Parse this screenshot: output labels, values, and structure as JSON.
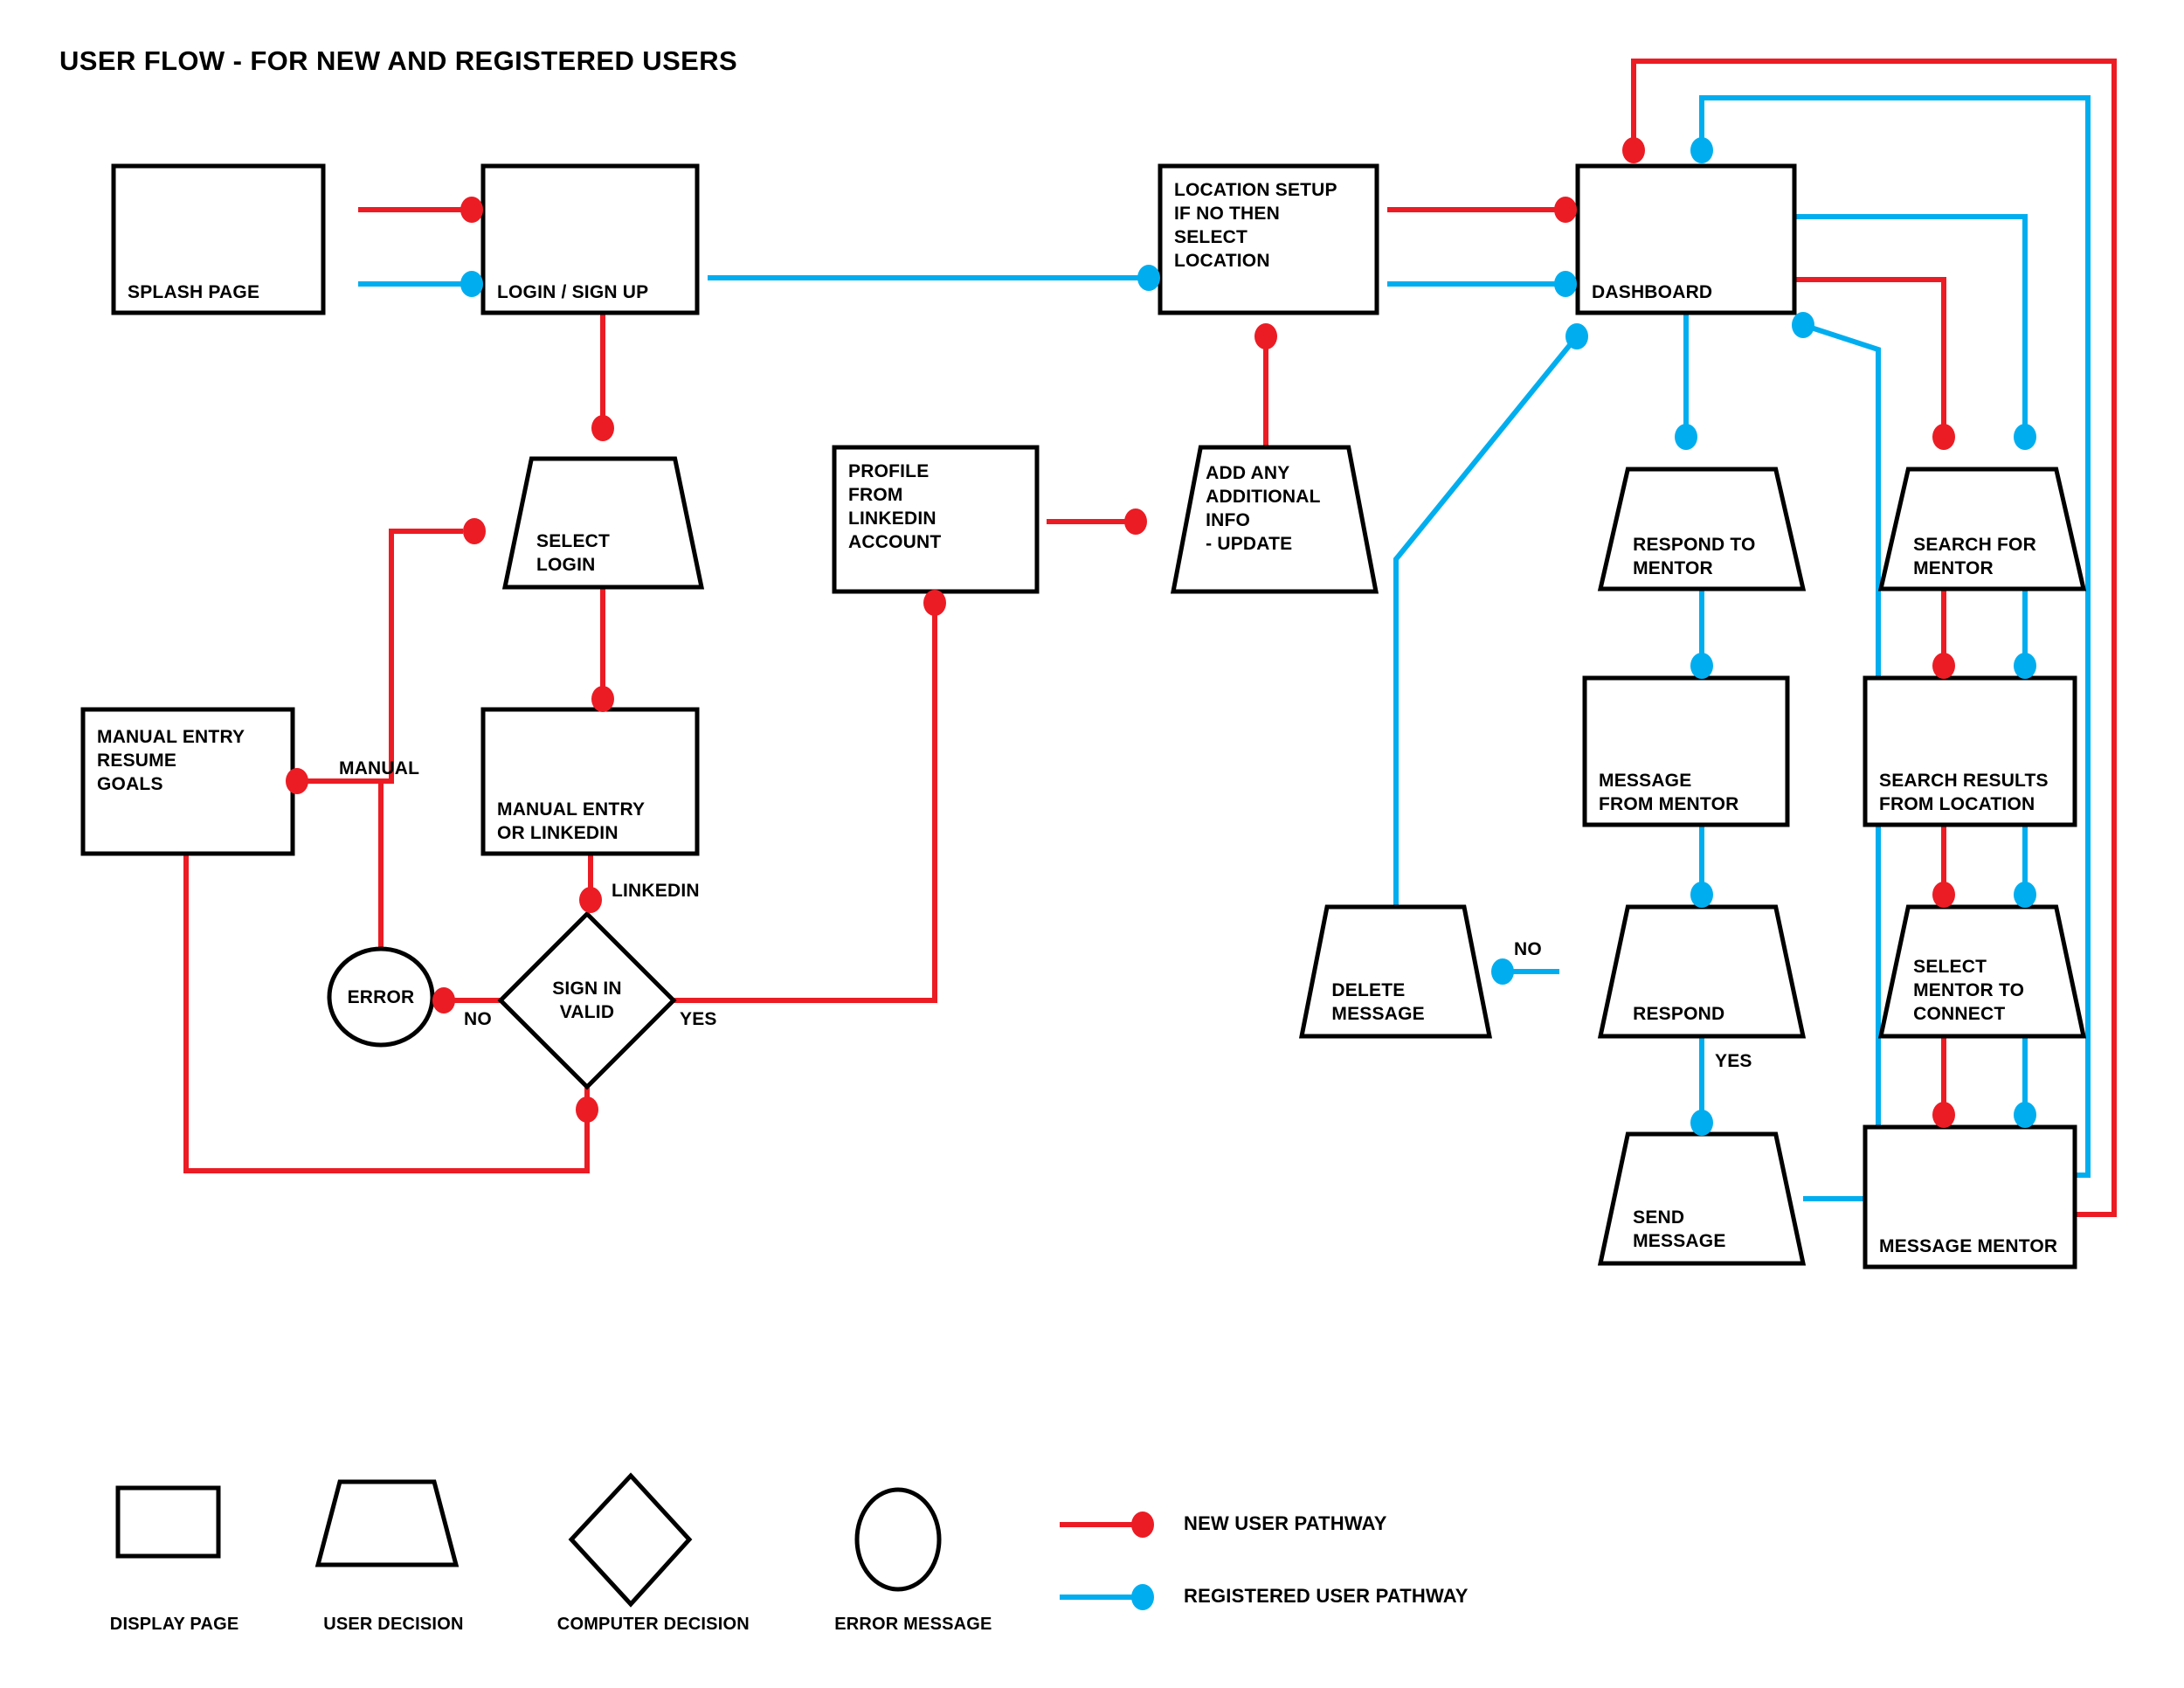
{
  "title": "USER FLOW - FOR NEW AND REGISTERED USERS",
  "colors": {
    "new_user_pathway": "#EC1C24",
    "registered_user_pathway": "#00AEEF",
    "shape_stroke": "#000000",
    "background": "#FFFFFF"
  },
  "nodes": {
    "splash_page": {
      "label": "SPLASH PAGE",
      "shape": "display-page"
    },
    "login_sign_up": {
      "label": "LOGIN / SIGN UP",
      "shape": "display-page"
    },
    "location_setup": {
      "label": "LOCATION SETUP\nIF NO THEN\nSELECT\nLOCATION",
      "shape": "display-page"
    },
    "dashboard": {
      "label": "DASHBOARD",
      "shape": "display-page"
    },
    "select_login": {
      "label": "SELECT\nLOGIN",
      "shape": "user-decision"
    },
    "profile_linkedin": {
      "label": "PROFILE\nFROM\nLINKEDIN\nACCOUNT",
      "shape": "display-page"
    },
    "add_additional_info": {
      "label": "ADD ANY\nADDITIONAL\nINFO\n- UPDATE",
      "shape": "user-decision"
    },
    "respond_to_mentor": {
      "label": "RESPOND TO\nMENTOR",
      "shape": "user-decision"
    },
    "search_for_mentor": {
      "label": "SEARCH FOR\nMENTOR",
      "shape": "user-decision"
    },
    "manual_entry_resume": {
      "label": "MANUAL ENTRY\nRESUME\nGOALS",
      "shape": "display-page"
    },
    "manual_or_linkedin": {
      "label": "MANUAL ENTRY\nOR LINKEDIN",
      "shape": "display-page"
    },
    "message_from_mentor": {
      "label": "MESSAGE\nFROM MENTOR",
      "shape": "display-page"
    },
    "search_results": {
      "label": "SEARCH RESULTS\nFROM LOCATION",
      "shape": "display-page"
    },
    "error": {
      "label": "ERROR",
      "shape": "error-message"
    },
    "sign_in_valid": {
      "label": "SIGN IN\nVALID",
      "shape": "computer-decision"
    },
    "delete_message": {
      "label": "DELETE\nMESSAGE",
      "shape": "user-decision"
    },
    "respond": {
      "label": "RESPOND",
      "shape": "user-decision"
    },
    "select_mentor": {
      "label": "SELECT\nMENTOR TO\nCONNECT",
      "shape": "user-decision"
    },
    "send_message": {
      "label": "SEND\nMESSAGE",
      "shape": "user-decision"
    },
    "message_mentor": {
      "label": "MESSAGE MENTOR",
      "shape": "display-page"
    }
  },
  "edge_labels": {
    "manual": "MANUAL",
    "linkedin": "LINKEDIN",
    "no_left": "NO",
    "yes_left": "YES",
    "no_right": "NO",
    "yes_right": "YES"
  },
  "legend": {
    "shapes": [
      {
        "name": "display-page",
        "label": "DISPLAY PAGE"
      },
      {
        "name": "user-decision",
        "label": "USER DECISION"
      },
      {
        "name": "computer-decision",
        "label": "COMPUTER DECISION"
      },
      {
        "name": "error-message",
        "label": "ERROR MESSAGE"
      }
    ],
    "pathways": [
      {
        "name": "new-user-pathway",
        "label": "NEW USER PATHWAY",
        "color": "#EC1C24"
      },
      {
        "name": "registered-user-pathway",
        "label": "REGISTERED USER PATHWAY",
        "color": "#00AEEF"
      }
    ]
  },
  "chart_data": {
    "type": "diagram",
    "title": "USER FLOW - FOR NEW AND REGISTERED USERS",
    "edges": [
      {
        "from": "splash_page",
        "to": "login_sign_up",
        "pathway": "new"
      },
      {
        "from": "splash_page",
        "to": "login_sign_up",
        "pathway": "registered"
      },
      {
        "from": "login_sign_up",
        "to": "location_setup",
        "pathway": "registered"
      },
      {
        "from": "login_sign_up",
        "to": "select_login",
        "pathway": "new"
      },
      {
        "from": "location_setup",
        "to": "dashboard",
        "pathway": "new"
      },
      {
        "from": "location_setup",
        "to": "dashboard",
        "pathway": "registered"
      },
      {
        "from": "select_login",
        "to": "manual_or_linkedin",
        "pathway": "new"
      },
      {
        "from": "manual_entry_resume",
        "to": "select_login",
        "pathway": "new",
        "label": "MANUAL"
      },
      {
        "from": "manual_or_linkedin",
        "to": "sign_in_valid",
        "pathway": "new",
        "label": "LINKEDIN"
      },
      {
        "from": "sign_in_valid",
        "to": "error",
        "pathway": "new",
        "label": "NO"
      },
      {
        "from": "sign_in_valid",
        "to": "profile_linkedin",
        "pathway": "new",
        "label": "YES"
      },
      {
        "from": "sign_in_valid",
        "to": "manual_entry_resume",
        "pathway": "new"
      },
      {
        "from": "error",
        "to": "select_login",
        "pathway": "new"
      },
      {
        "from": "profile_linkedin",
        "to": "add_additional_info",
        "pathway": "new"
      },
      {
        "from": "add_additional_info",
        "to": "location_setup",
        "pathway": "new"
      },
      {
        "from": "dashboard",
        "to": "respond_to_mentor",
        "pathway": "registered"
      },
      {
        "from": "dashboard",
        "to": "search_for_mentor",
        "pathway": "new"
      },
      {
        "from": "dashboard",
        "to": "search_for_mentor",
        "pathway": "registered"
      },
      {
        "from": "respond_to_mentor",
        "to": "message_from_mentor",
        "pathway": "registered"
      },
      {
        "from": "message_from_mentor",
        "to": "respond",
        "pathway": "registered"
      },
      {
        "from": "respond",
        "to": "delete_message",
        "pathway": "registered",
        "label": "NO"
      },
      {
        "from": "respond",
        "to": "send_message",
        "pathway": "registered",
        "label": "YES"
      },
      {
        "from": "delete_message",
        "to": "dashboard",
        "pathway": "registered"
      },
      {
        "from": "send_message",
        "to": "dashboard",
        "pathway": "registered"
      },
      {
        "from": "search_for_mentor",
        "to": "search_results",
        "pathway": "new"
      },
      {
        "from": "search_for_mentor",
        "to": "search_results",
        "pathway": "registered"
      },
      {
        "from": "search_results",
        "to": "select_mentor",
        "pathway": "new"
      },
      {
        "from": "search_results",
        "to": "select_mentor",
        "pathway": "registered"
      },
      {
        "from": "select_mentor",
        "to": "message_mentor",
        "pathway": "new"
      },
      {
        "from": "select_mentor",
        "to": "message_mentor",
        "pathway": "registered"
      },
      {
        "from": "message_mentor",
        "to": "dashboard",
        "pathway": "new"
      },
      {
        "from": "message_mentor",
        "to": "dashboard",
        "pathway": "registered"
      }
    ]
  }
}
